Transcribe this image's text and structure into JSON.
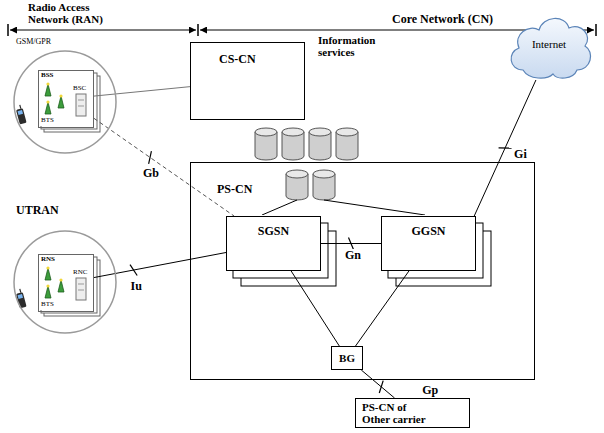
{
  "diagram": {
    "nodes": [
      {
        "text": [
          "GSM/GPR"
        ]
      },
      {
        "text": [
          "BSS",
          "BTS",
          "BSC"
        ],
        "in": 0
      },
      {
        "text": [
          "CS-CN"
        ]
      },
      {
        "text": [
          "Internet"
        ]
      },
      {
        "text": [
          "UTRAN"
        ]
      },
      {
        "text": [
          "RNS",
          "BTS",
          "RNC"
        ],
        "in": 4
      },
      {
        "text": [
          "PS-CN"
        ]
      },
      {
        "text": [
          "SGSN"
        ],
        "in": 6
      },
      {
        "text": [
          "GGSN"
        ],
        "in": 6
      },
      {
        "text": [
          "BG"
        ],
        "in": 6
      },
      {
        "text": [
          "PS-CN of Other carrier"
        ]
      }
    ],
    "edges": [
      {
        "from": 1,
        "to": 2,
        "arrow": "none"
      },
      {
        "from": 1,
        "to": 7,
        "label": "Gb",
        "arrow": "none"
      },
      {
        "from": 5,
        "to": 7,
        "label": "Iu",
        "arrow": "none"
      },
      {
        "from": 7,
        "to": 8,
        "label": "Gn",
        "arrow": "none"
      },
      {
        "from": 7,
        "to": 9,
        "arrow": "none"
      },
      {
        "from": 8,
        "to": 9,
        "arrow": "none"
      },
      {
        "from": 9,
        "to": 10,
        "label": "Gp",
        "arrow": "none"
      },
      {
        "from": 8,
        "to": 3,
        "label": "Gi",
        "arrow": "none"
      }
    ],
    "labels": [
      "Radio Access Network (RAN)",
      "Core Network (CN)",
      "Information services"
    ]
  }
}
